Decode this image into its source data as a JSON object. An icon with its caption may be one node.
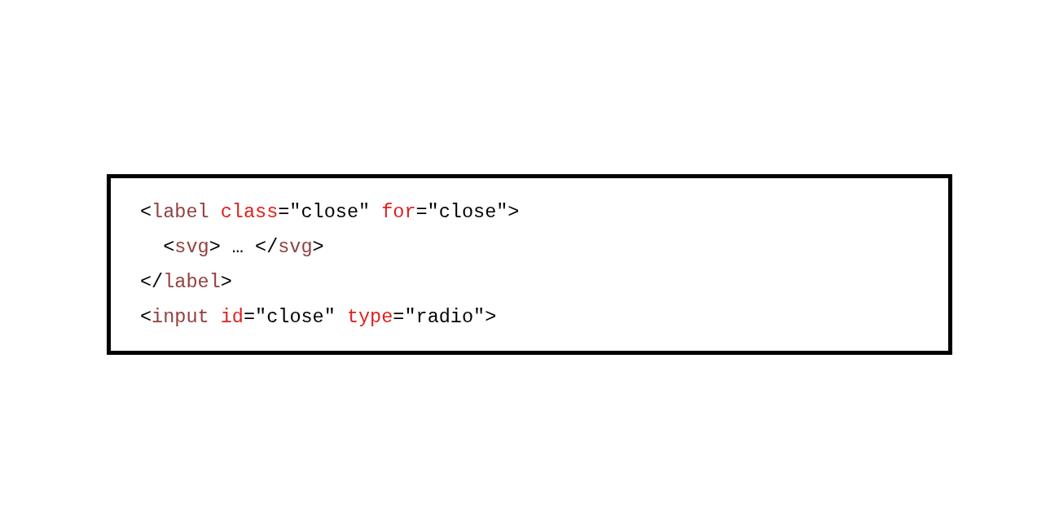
{
  "diagram": {
    "nodes": [
      {
        "text": [
          "<label class=\"close\" for=\"close\">",
          "  <svg> … </svg>",
          "</label>",
          "<input id=\"close\" type=\"radio\">"
        ]
      }
    ]
  }
}
